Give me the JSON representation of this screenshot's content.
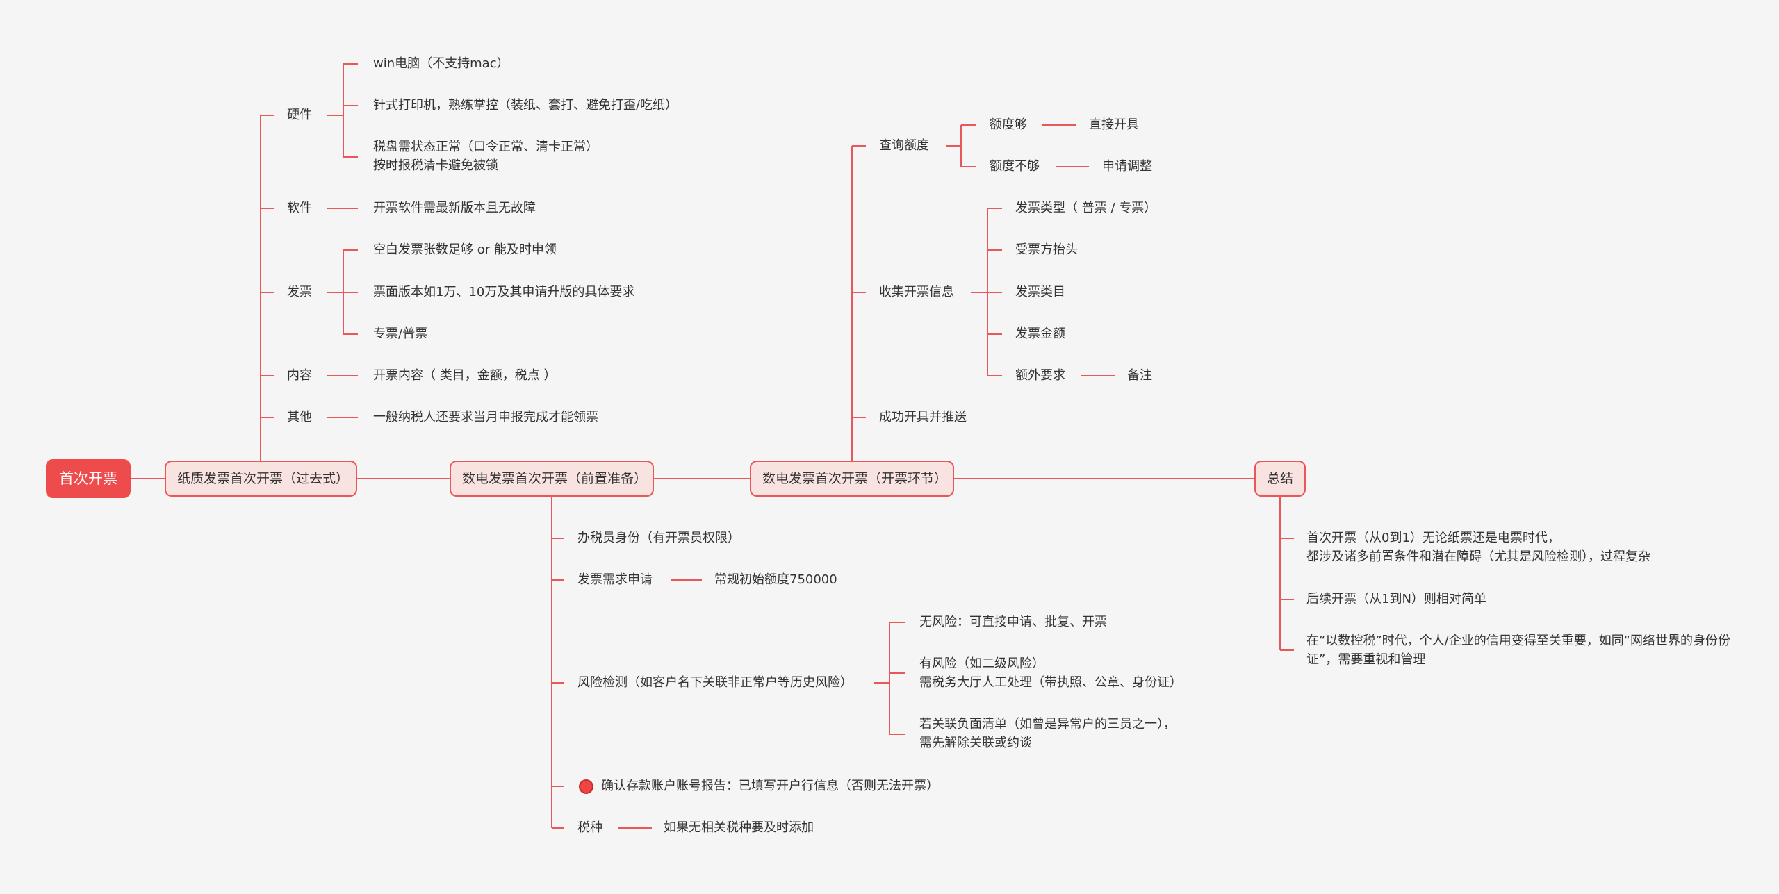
{
  "colors": {
    "accent": "#ee4c4c",
    "line": "#e8585a",
    "node_fill": "#f9e3e1",
    "background": "#f5f5f5",
    "flag": "#ef4444"
  },
  "root": "首次开票",
  "paper": {
    "title": "纸质发票首次开票（过去式）",
    "hardware": {
      "label": "硬件",
      "items": [
        "win电脑（不支持mac）",
        "针式打印机，熟练掌控（装纸、套打、避免打歪/吃纸）",
        "税盘需状态正常（口令正常、清卡正常）",
        "按时报税清卡避免被锁"
      ]
    },
    "software": {
      "label": "软件",
      "item": "开票软件需最新版本且无故障"
    },
    "invoice": {
      "label": "发票",
      "items": [
        "空白发票张数足够 or 能及时申领",
        "票面版本如1万、10万及其申请升版的具体要求",
        "专票/普票"
      ]
    },
    "content": {
      "label": "内容",
      "item": "开票内容（ 类目，金额，税点 ）"
    },
    "other": {
      "label": "其他",
      "item": "一般纳税人还要求当月申报完成才能领票"
    }
  },
  "prep": {
    "title": "数电发票首次开票（前置准备）",
    "identity": "办税员身份（有开票员权限）",
    "demand": {
      "label": "发票需求申请",
      "item": "常规初始额度750000"
    },
    "risk": {
      "label": "风险检测（如客户名下关联非正常户等历史风险）",
      "items": [
        "无风险：可直接申请、批复、开票",
        "有风险（如二级风险）",
        "需税务大厅人工处理（带执照、公章、身份证）",
        "若关联负面清单（如曾是异常户的三员之一），",
        "需先解除关联或约谈"
      ]
    },
    "account": "确认存款账户账号报告：已填写开户行信息（否则无法开票）",
    "tax": {
      "label": "税种",
      "item": "如果无相关税种要及时添加"
    }
  },
  "issue": {
    "title": "数电发票首次开票（开票环节）",
    "quota": {
      "label": "查询额度",
      "enough": {
        "label": "额度够",
        "item": "直接开具"
      },
      "not_enough": {
        "label": "额度不够",
        "item": "申请调整"
      }
    },
    "collect": {
      "label": "收集开票信息",
      "items": [
        "发票类型（ 普票 / 专票）",
        "受票方抬头",
        "发票类目",
        "发票金额"
      ],
      "extra": {
        "label": "额外要求",
        "item": "备注"
      }
    },
    "success": "成功开具并推送"
  },
  "summary": {
    "title": "总结",
    "items": [
      "首次开票（从0到1）无论纸票还是电票时代，",
      "都涉及诸多前置条件和潜在障碍（尤其是风险检测），过程复杂",
      "后续开票（从1到N）则相对简单",
      "在“以数控税”时代，个人/企业的信用变得至关重要，如同“网络世界的身份份",
      "证”，需要重视和管理"
    ]
  }
}
